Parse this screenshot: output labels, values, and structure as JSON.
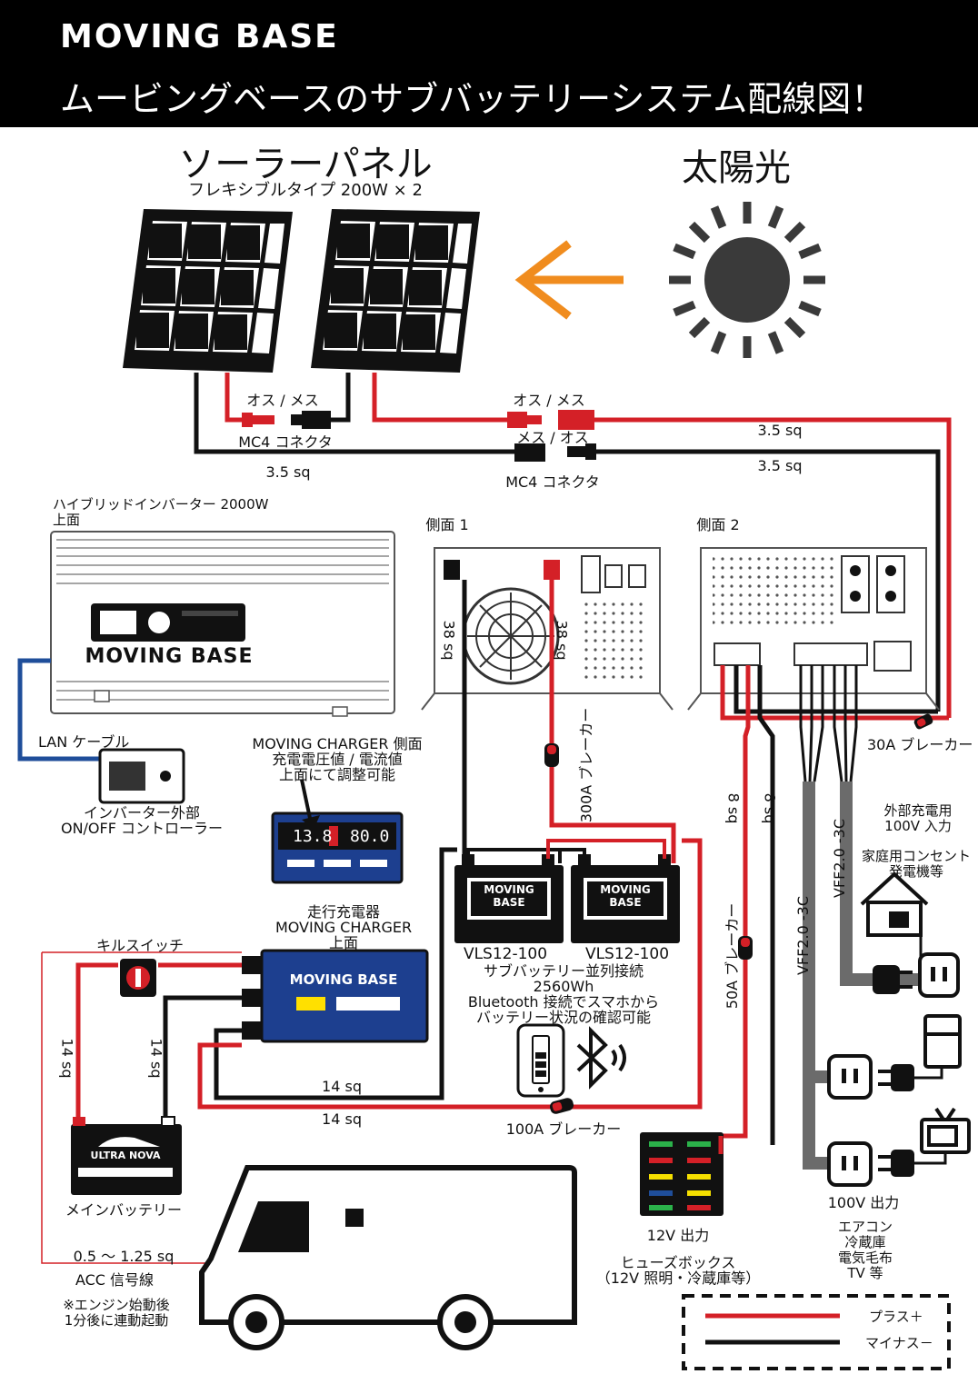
{
  "header": {
    "brand": "MOVING BASE",
    "title": "ムービングベースのサブバッテリーシステム配線図！"
  },
  "solar": {
    "title": "ソーラーパネル",
    "spec": "フレキシブルタイプ 200W × 2",
    "sun_label": "太陽光"
  },
  "connectors": {
    "male_female_1": "オス / メス",
    "male_female_2": "オス / メス",
    "female_male": "メス / オス",
    "mc4_1": "MC4 コネクタ",
    "mc4_2": "MC4 コネクタ",
    "wire_35_left": "3.5 sq",
    "wire_35_right_top": "3.5 sq",
    "wire_35_right_bottom": "3.5 sq"
  },
  "inverter": {
    "title": "ハイブリッドインバーター 2000W",
    "top_view": "上面",
    "brand": "MOVING BASE",
    "side1": "側面 1",
    "side2": "側面 2",
    "cable_38_left": "38 sq",
    "cable_38_right": "38 sq",
    "breaker_30a": "30A ブレーカー",
    "breaker_300a": "300A ブレーカー"
  },
  "controller": {
    "lan_cable": "LAN ケーブル",
    "label_line1": "インバーター外部",
    "label_line2": "ON/OFF コントローラー"
  },
  "charger_side": {
    "line1": "MOVING CHARGER 側面",
    "line2": "充電電圧値 / 電流値",
    "line3": "上面にて調整可能",
    "display_voltage": "13.8",
    "display_current": "80.0"
  },
  "charger_top": {
    "line1": "走行充電器",
    "line2": "MOVING CHARGER",
    "line3": "上面",
    "brand": "MOVING BASE"
  },
  "batteries": {
    "brand_top": "MOVING",
    "brand_bottom": "BASE",
    "model_1": "VLS12-100",
    "model_2": "VLS12-100",
    "desc_line1": "サブバッテリー並列接続",
    "desc_line2": "2560Wh",
    "desc_line3": "Bluetooth 接続でスマホから",
    "desc_line4": "バッテリー状況の確認可能"
  },
  "main_battery": {
    "kill_switch": "キルスイッチ",
    "brand": "ULTRA NOVA",
    "label": "メインバッテリー",
    "wire_14_a": "14 sq",
    "wire_14_b": "14 sq",
    "wire_14_c": "14 sq",
    "wire_14_d": "14 sq",
    "acc_wire": "0.5 ～ 1.25 sq",
    "acc_label": "ACC 信号線",
    "note_line1": "※エンジン始動後",
    "note_line2": "1分後に連動起動",
    "breaker_100a": "100A ブレーカー"
  },
  "dc_output": {
    "wire_8_a": "8 sq",
    "wire_8_b": "8 sq",
    "breaker_50a": "50A ブレーカー",
    "output": "12V 出力",
    "fuse_line1": "ヒューズボックス",
    "fuse_line2": "（12V 照明・冷蔵庫等）"
  },
  "ac_output": {
    "vff_1": "VFF2.0 -3C",
    "vff_2": "VFF2.0 -3C",
    "ext_line1": "外部充電用",
    "ext_line2": "100V 入力",
    "ext_line3": "家庭用コンセント",
    "ext_line4": "発電機等",
    "output": "100V 出力",
    "uses_line1": "エアコン",
    "uses_line2": "冷蔵庫",
    "uses_line3": "電気毛布",
    "uses_line4": "TV 等"
  },
  "legend": {
    "plus": "プラス＋",
    "minus": "マイナス－"
  },
  "colors": {
    "positive": "#d42027",
    "negative": "#111111",
    "lan": "#1f4e9a",
    "arrow": "#f08c1e",
    "sun": "#3a3a3a",
    "charger_blue": "#1d3f8f",
    "ac_cable": "#6b6b6b"
  }
}
